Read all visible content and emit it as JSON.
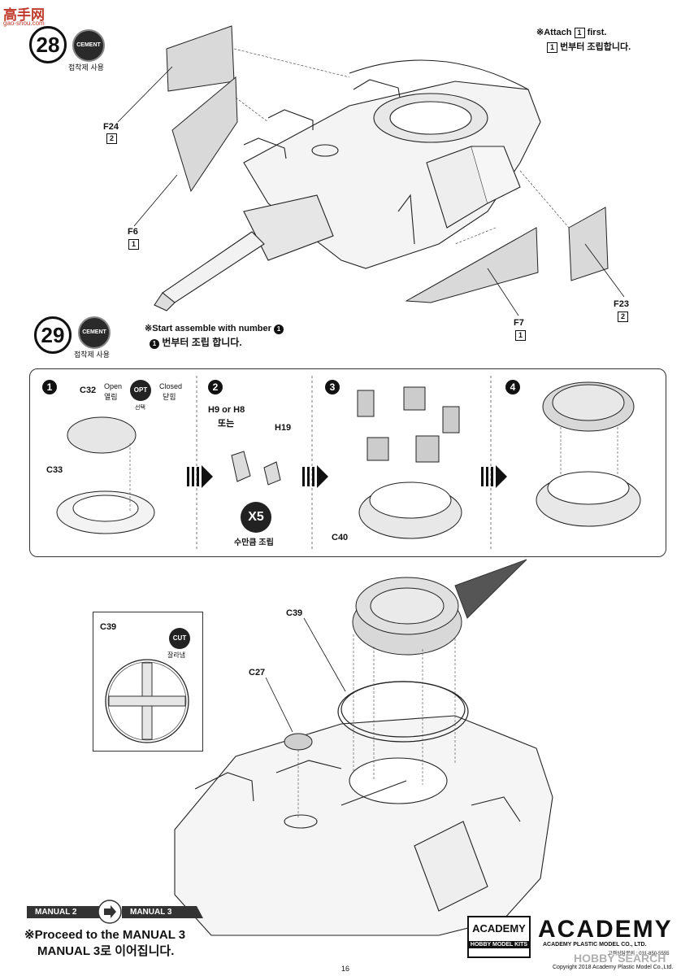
{
  "watermark": {
    "logo_text": "高手网",
    "url": "gao-shou.com"
  },
  "step28": {
    "number": "28",
    "cement_label": "CEMENT",
    "cement_sub": "접착제 사용",
    "note_en_prefix": "※Attach",
    "note_en_part": "1",
    "note_en_suffix": "first.",
    "note_ko_part": "1",
    "note_ko_suffix": "번부터 조립합니다.",
    "parts": [
      {
        "name": "F24",
        "box": "2"
      },
      {
        "name": "F6",
        "box": "1"
      },
      {
        "name": "F23",
        "box": "2"
      },
      {
        "name": "F7",
        "box": "1"
      }
    ]
  },
  "step29": {
    "number": "29",
    "cement_label": "CEMENT",
    "cement_sub": "접착제 사용",
    "note_en": "※Start assemble with number",
    "note_en_num": "1",
    "note_ko_num": "1",
    "note_ko": "번부터 조립 합니다.",
    "substeps": [
      "1",
      "2",
      "3",
      "4"
    ],
    "sub1": {
      "part_top": "C32",
      "open_en": "Open",
      "open_ko": "열림",
      "opt": "OPT",
      "opt_ko": "선택",
      "closed_en": "Closed",
      "closed_ko": "닫힘",
      "part_bottom": "C33"
    },
    "sub2": {
      "part_a": "H9 or H8",
      "part_a_ko": "또는",
      "part_b": "H19",
      "times": "X5",
      "times_ko": "수만큼 조립"
    },
    "sub3": {
      "part": "C40"
    },
    "main_parts": {
      "c39": "C39",
      "c27": "C27"
    },
    "inset": {
      "part": "C39",
      "cut": "CUT",
      "cut_ko": "잘라냄"
    }
  },
  "footer": {
    "manual_from": "MANUAL 2",
    "manual_to": "MANUAL 3",
    "proceed_en": "※Proceed to the MANUAL 3",
    "proceed_ko": "MANUAL 3로 이어집니다.",
    "academy_small": "ACADEMY",
    "academy_small_sub": "HOBBY MODEL KITS",
    "academy_big": "ACADEMY",
    "academy_company": "ACADEMY PLASTIC MODEL CO., LTD.",
    "contact": "고객상담문의 : 031-850-5555",
    "page_number": "16",
    "copyright": "Copyright 2018 Academy Plastic Model Co.,Ltd.",
    "hobby_search": "HOBBY SEARCH"
  }
}
